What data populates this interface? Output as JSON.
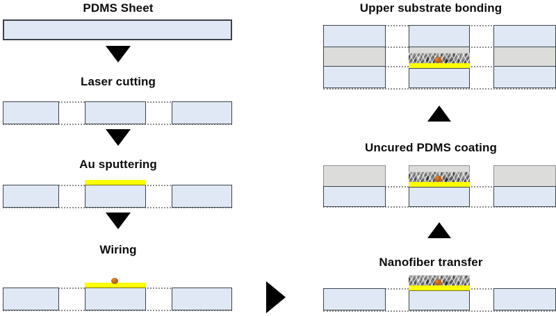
{
  "diagram": {
    "title_semantics": "PDMS nanofiber sensor fabrication process flow",
    "colors": {
      "pdms_blue": "#dfe8f4",
      "uncured_pdms_gray": "#dcdcda",
      "gold_yellow": "#fdfd03",
      "electrode_orange": "#c4641a",
      "outline": "#3c4248",
      "arrow": "#000000",
      "dotted_guide": "#8d8d8d",
      "text": "#0d0d0d"
    },
    "left_column": {
      "steps": [
        {
          "label": "PDMS Sheet"
        },
        {
          "label": "Laser cutting"
        },
        {
          "label": "Au sputtering"
        },
        {
          "label": "Wiring"
        }
      ],
      "arrows": [
        {
          "name": "arrow-down-1",
          "direction": "down"
        },
        {
          "name": "arrow-down-2",
          "direction": "down"
        },
        {
          "name": "arrow-down-3",
          "direction": "down"
        }
      ]
    },
    "column_link": {
      "direction": "right",
      "name": "arrow-right-column-link"
    },
    "right_column": {
      "steps": [
        {
          "label": "Upper substrate bonding"
        },
        {
          "label": "Uncured PDMS coating"
        },
        {
          "label": "Nanofiber transfer"
        }
      ],
      "arrows": [
        {
          "name": "arrow-up-1",
          "direction": "up"
        },
        {
          "name": "arrow-up-2",
          "direction": "up"
        }
      ]
    },
    "layer_legend": [
      {
        "name": "pdms-sheet-layer",
        "material": "PDMS",
        "color": "#dfe8f4"
      },
      {
        "name": "uncured-pdms-layer",
        "material": "Uncured PDMS",
        "color": "#dcdcda"
      },
      {
        "name": "au-electrode-layer",
        "material": "Au",
        "color": "#fdfd03"
      },
      {
        "name": "nanofiber-layer",
        "material": "Nanofiber mat",
        "color": "#6f6f6f"
      },
      {
        "name": "wire-contact-dot",
        "material": "Wire contact",
        "color": "#c4641a"
      }
    ]
  }
}
